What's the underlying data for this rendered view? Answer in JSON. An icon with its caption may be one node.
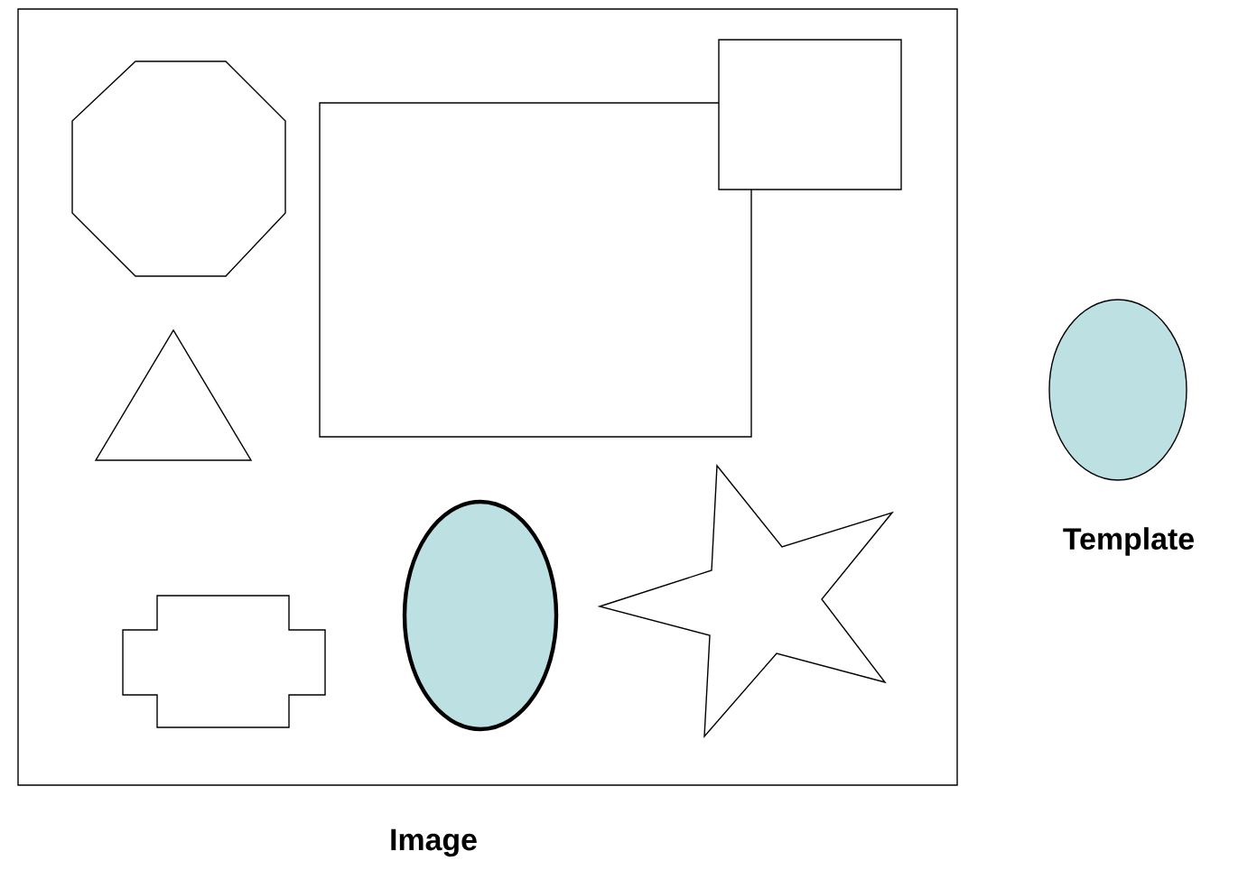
{
  "diagram": {
    "nodes": [
      {
        "text": [
          "Image"
        ]
      },
      {
        "text": [],
        "shape": "octagon",
        "in": 0
      },
      {
        "text": [],
        "shape": "box",
        "in": 0
      },
      {
        "text": [],
        "shape": "box",
        "in": 0
      },
      {
        "text": [],
        "shape": "triangle",
        "in": 0
      },
      {
        "text": [],
        "shape": "cross",
        "in": 0
      },
      {
        "text": [],
        "shape": "ellipse",
        "in": 0
      },
      {
        "text": [],
        "shape": "star",
        "in": 0
      },
      {
        "text": [
          "Template"
        ]
      }
    ]
  }
}
